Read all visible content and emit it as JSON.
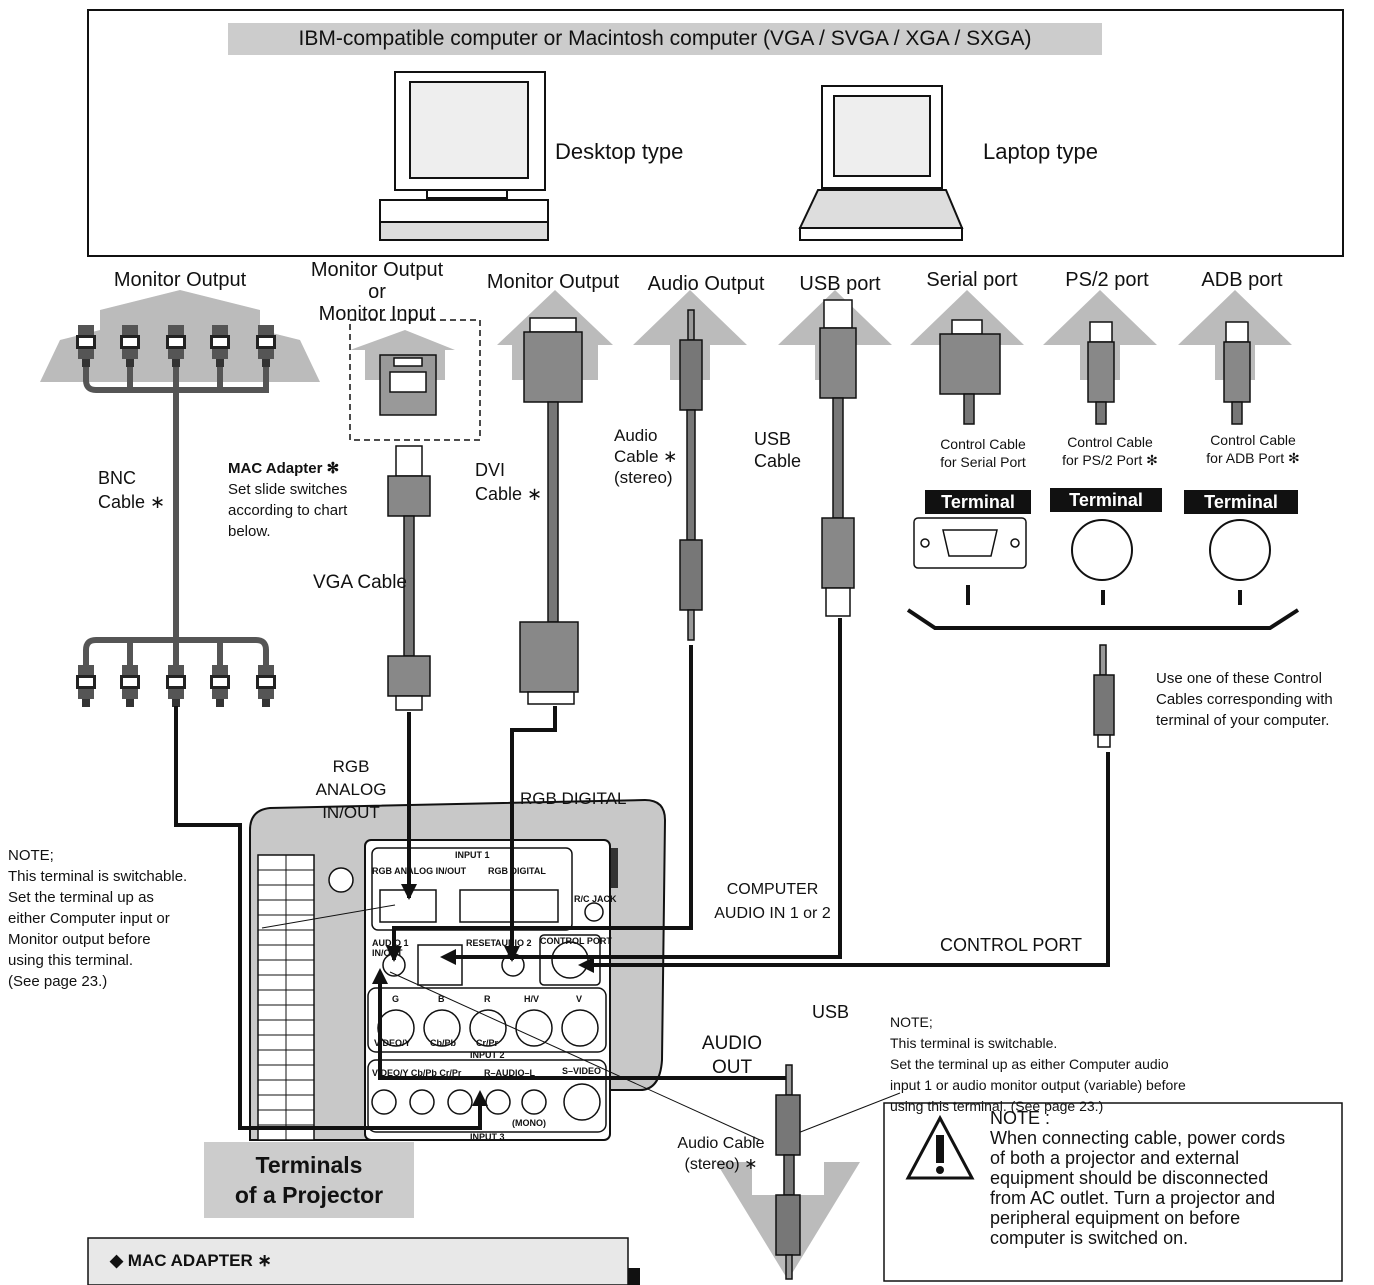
{
  "computer_box": {
    "title": "IBM-compatible computer or Macintosh computer (VGA / SVGA / XGA / SXGA)",
    "desktop_label": "Desktop type",
    "laptop_label": "Laptop type"
  },
  "outputs": {
    "monitor_output_1": "Monitor Output",
    "monitor_output_2_line1": "Monitor Output",
    "monitor_output_2_line2": "or",
    "monitor_output_2_line3": "Monitor Input",
    "monitor_output_3": "Monitor Output",
    "audio_output": "Audio Output",
    "usb_port": "USB port",
    "serial_port": "Serial port",
    "ps2_port": "PS/2 port",
    "adb_port": "ADB port"
  },
  "cables": {
    "bnc_line1": "BNC",
    "bnc_line2": "Cable ∗",
    "mac_adapter": "MAC Adapter ✻",
    "mac_adapter_note_1": "Set slide switches",
    "mac_adapter_note_2": "according to chart",
    "mac_adapter_note_3": "below.",
    "vga": "VGA Cable",
    "dvi_line1": "DVI",
    "dvi_line2": "Cable ∗",
    "audio_line1": "Audio",
    "audio_line2": "Cable ∗",
    "audio_line3": "(stereo)",
    "usb_line1": "USB",
    "usb_line2": "Cable",
    "ctrl_serial_1": "Control Cable",
    "ctrl_serial_2": "for Serial Port",
    "ctrl_ps2_1": "Control Cable",
    "ctrl_ps2_2": "for PS/2 Port ✻",
    "ctrl_adb_1": "Control Cable",
    "ctrl_adb_2": "for ADB Port ✻",
    "terminal": "Terminal",
    "use_one_1": "Use one of these Control",
    "use_one_2": "Cables corresponding with",
    "use_one_3": "terminal of your computer.",
    "audio_out_cable_1": "Audio Cable",
    "audio_out_cable_2": "(stereo) ∗"
  },
  "projector": {
    "rgb_analog_1": "RGB ANALOG",
    "rgb_analog_2": "IN/OUT",
    "rgb_digital": "RGB DIGITAL",
    "computer_audio_1": "COMPUTER",
    "computer_audio_2": "AUDIO IN 1 or 2",
    "control_port": "CONTROL PORT",
    "usb": "USB",
    "audio_out_1": "AUDIO",
    "audio_out_2": "OUT",
    "panel": {
      "input1": "INPUT 1",
      "rgb_analog": "RGB ANALOG IN/OUT",
      "rgb_digital": "RGB DIGITAL",
      "rc_jack": "R/C JACK",
      "reset": "RESET",
      "audio1": "AUDIO 1 IN/OUT",
      "audio2": "AUDIO 2",
      "control_port": "CONTROL PORT",
      "g": "G",
      "b": "B",
      "r": "R",
      "hv": "H/V",
      "v": "V",
      "video_y": "VIDEO/Y",
      "cb_pb": "Cb/Pb",
      "cr_pr": "Cr/Pr",
      "input2": "INPUT 2",
      "video_y2": "VIDEO/Y Cb/Pb   Cr/Pr",
      "audio_rl": "R–AUDIO–L",
      "svideo": "S–VIDEO",
      "mono": "(MONO)",
      "input3": "INPUT 3"
    }
  },
  "notes": {
    "left_title": "NOTE;",
    "left_1": "This terminal is switchable.",
    "left_2": "Set the terminal up as",
    "left_3": "either Computer input or",
    "left_4": "Monitor output before",
    "left_5": "using this terminal.",
    "left_6": "(See page 23.)",
    "mid_title": "NOTE;",
    "mid_1": "This terminal is switchable.",
    "mid_2": "Set the terminal up as either Computer audio",
    "mid_3": "input 1 or audio monitor output (variable) before",
    "mid_4": "using this terminal. (See page 23.)",
    "warn_title": "NOTE :",
    "warn_1": "When connecting cable, power cords",
    "warn_2": "of both a projector and external",
    "warn_3": "equipment should be disconnected",
    "warn_4": "from AC outlet.  Turn a projector and",
    "warn_5": "peripheral equipment on before",
    "warn_6": "computer is switched on."
  },
  "section": {
    "title_1": "Terminals",
    "title_2": "of a Projector",
    "mac_adapter_header": "◆ MAC ADAPTER ∗"
  }
}
